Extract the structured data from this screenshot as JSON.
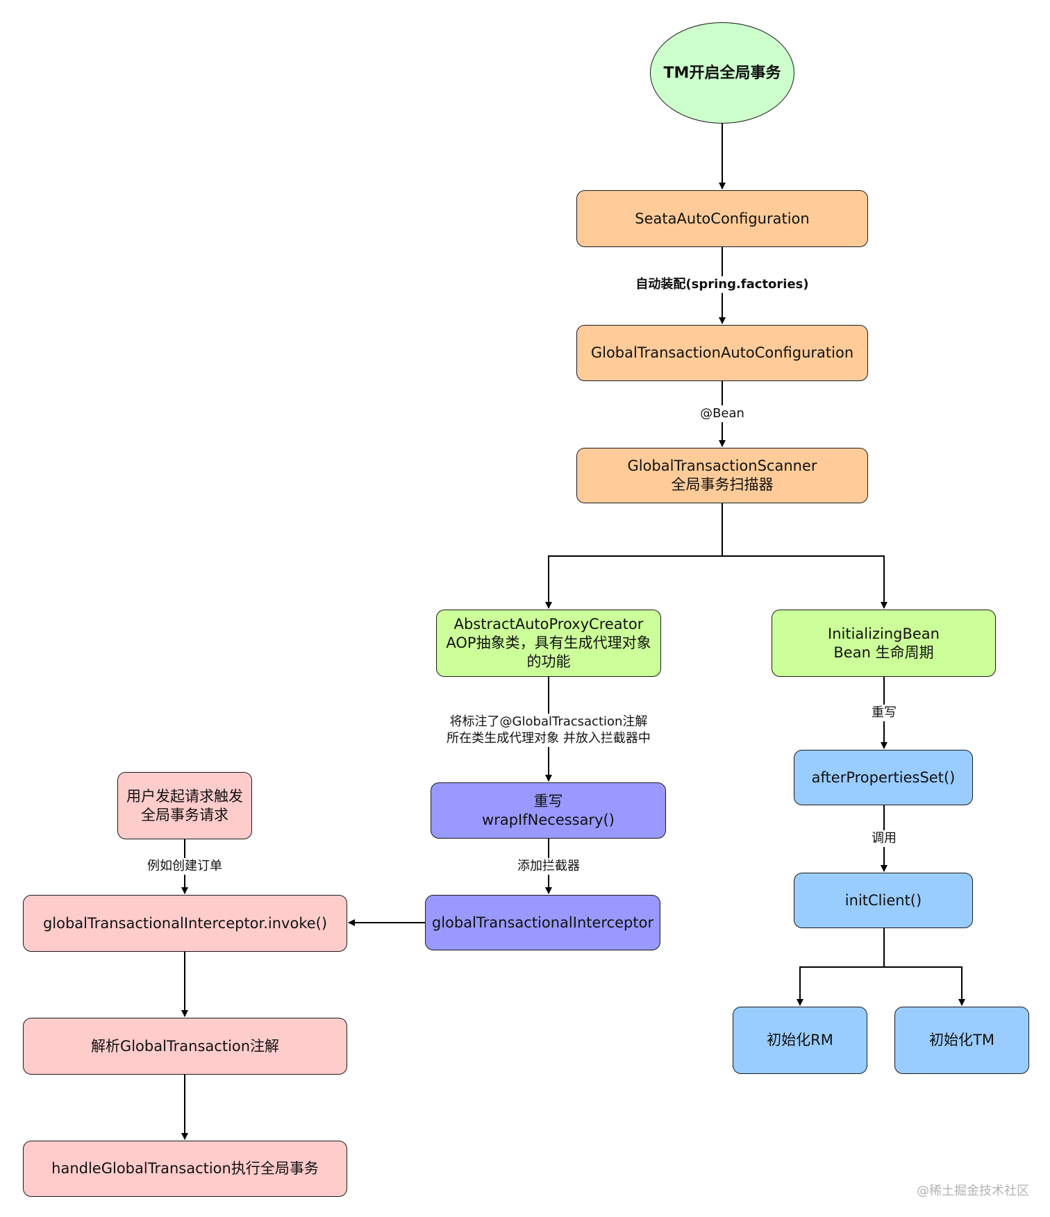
{
  "nodes": {
    "start": "TM开启全局事务",
    "seata_auto_config": "SeataAutoConfiguration",
    "global_tx_auto_config": "GlobalTransactionAutoConfiguration",
    "scanner": "GlobalTransactionScanner\n全局事务扫描器",
    "aop_creator": "AbstractAutoProxyCreator\nAOP抽象类，具有生成代理对象\n的功能",
    "initializing_bean": "InitializingBean\nBean 生命周期",
    "wrap": "重写\nwrapIfNecessary()",
    "after_props": "afterPropertiesSet()",
    "init_client": "initClient()",
    "init_rm": "初始化RM",
    "init_tm": "初始化TM",
    "interceptor": "globalTransactionalInterceptor",
    "user_request": "用户发起请求触发\n全局事务请求",
    "invoke": "globalTransactionalInterceptor.invoke()",
    "parse": "解析GlobalTransaction注解",
    "handle": "handleGlobalTransaction执行全局事务"
  },
  "edge_labels": {
    "auto_assembly": "自动装配(spring.factories)",
    "bean": "@Bean",
    "proxy_note": "将标注了@GlobalTracsaction注解\n所在类生成代理对象 并放入拦截器中",
    "override": "重写",
    "call": "调用",
    "add_interceptor": "添加拦截器",
    "example_order": "例如创建订单"
  },
  "watermark": "@稀土掘金技术社区",
  "colors": {
    "start": "#ccffcc",
    "orange": "#ffcc99",
    "green": "#ccff99",
    "blue": "#99ccff",
    "purple": "#9999ff",
    "pink": "#ffcccc",
    "stroke": "#1a1a1a"
  }
}
